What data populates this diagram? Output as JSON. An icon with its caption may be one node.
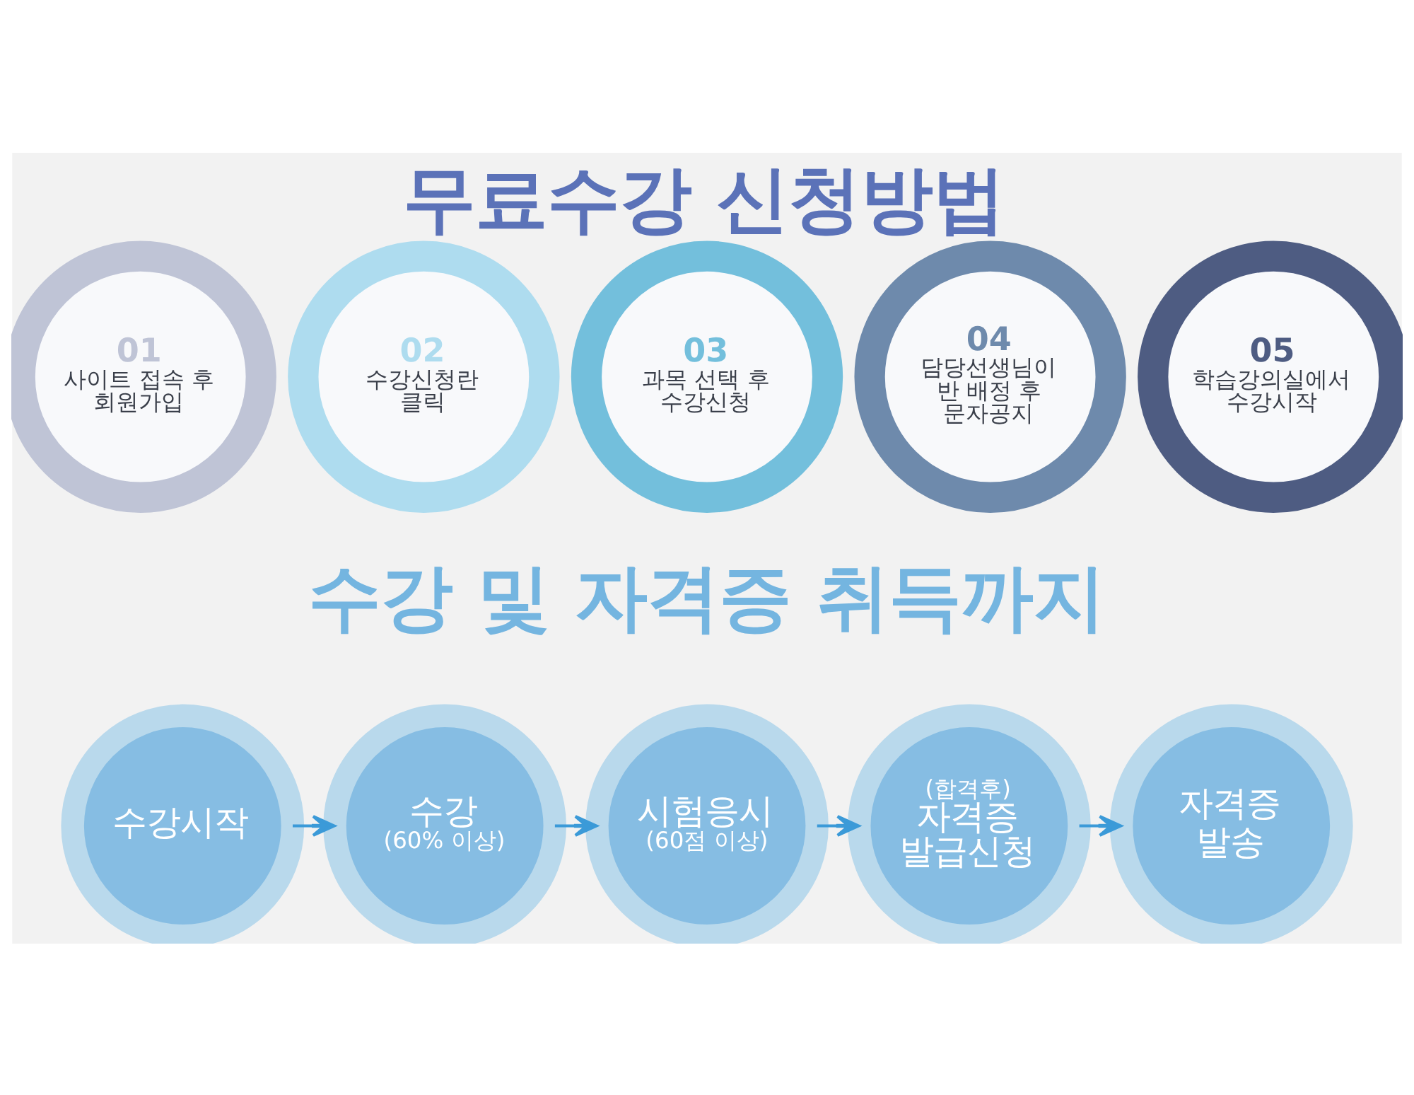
{
  "diagram": {
    "title": "무료수강 신청방법",
    "nodes": [
      {
        "text": [
          "01",
          "사이트 접속 후 회원가입"
        ]
      },
      {
        "text": [
          "02",
          "수강신청란 클릭"
        ]
      },
      {
        "text": [
          "03",
          "과목 선택 후 수강신청"
        ]
      },
      {
        "text": [
          "04",
          "담당선생님이 반 배정 후 문자공지"
        ]
      },
      {
        "text": [
          "05",
          "학습강의실에서 수강시작"
        ]
      },
      {
        "text": [
          "수강시작"
        ]
      },
      {
        "text": [
          "수강",
          "(60% 이상)"
        ]
      },
      {
        "text": [
          "시험응시",
          "(60점 이상)"
        ]
      },
      {
        "text": [
          "(합격후)",
          "자격증 발급신청"
        ]
      },
      {
        "text": [
          "자격증 발송"
        ]
      }
    ],
    "edges": [
      {
        "from": 5,
        "to": 6,
        "arrow": "to"
      },
      {
        "from": 6,
        "to": 7,
        "arrow": "to"
      },
      {
        "from": 7,
        "to": 8,
        "arrow": "to"
      },
      {
        "from": 8,
        "to": 9,
        "arrow": "to"
      }
    ],
    "labels": [
      "수강 및 자격증 취득까지"
    ]
  }
}
